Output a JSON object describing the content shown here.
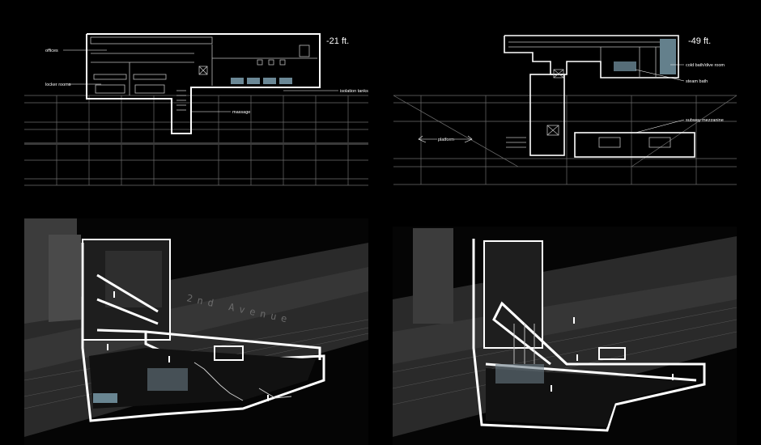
{
  "plan_upper": {
    "level": "-21 ft.",
    "labels": {
      "offices": "offices",
      "locker_rooms": "locker rooms",
      "isolation_tanks": "isolation tanks",
      "massage": "massage"
    }
  },
  "plan_lower": {
    "level": "-49 ft.",
    "labels": {
      "cold_bath": "cold bath/dive room",
      "steam_bath": "steam bath",
      "subway_mezzanine": "subway mezzanine",
      "platform": "platform"
    }
  },
  "section_left": {
    "street_name": "2nd Avenue"
  },
  "colors": {
    "background": "#000000",
    "line": "#ffffff",
    "grid": "#6e6e6e",
    "tank_glass": "#8fb6c8"
  }
}
